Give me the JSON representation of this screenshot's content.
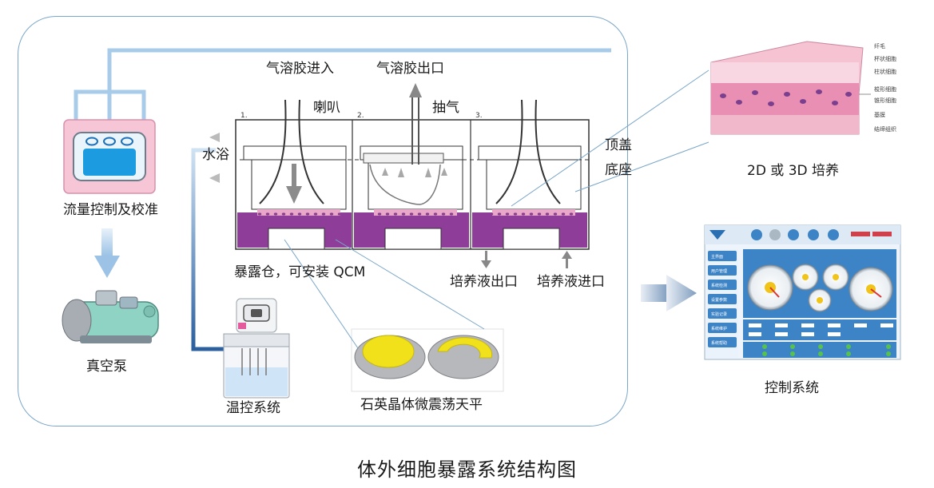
{
  "caption": "体外细胞暴露系统结构图",
  "labels": {
    "flow_control": "流量控制及校准",
    "vacuum_pump": "真空泵",
    "temp_control": "温控系统",
    "aerosol_in": "气溶胶进入",
    "aerosol_out": "气溶胶出口",
    "horn": "喇叭",
    "exhaust": "抽气",
    "water_bath": "水浴",
    "top_cover": "顶盖",
    "base": "底座",
    "exposure_chamber": "暴露仓，可安装 QCM",
    "medium_out": "培养液出口",
    "medium_in": "培养液进口",
    "qcm": "石英晶体微震荡天平",
    "culture": "2D 或 3D 培养",
    "control_system": "控制系统",
    "chamber_numbers": [
      "1.",
      "2.",
      "3."
    ]
  },
  "tissue_labels": [
    "纤毛",
    "杯状细胞",
    "柱状细胞",
    "梭形细胞",
    "锥形细胞",
    "基膜",
    "结缔组织"
  ],
  "control_panel": {
    "menu": [
      "主界面",
      "用户管理",
      "系统检测",
      "设置参数",
      "实验记录",
      "系统维护",
      "系统帮助"
    ]
  },
  "colors": {
    "pipe": "#9cc3e6",
    "pipe_dark": "#2f6fb3",
    "medium": "#8e3e98",
    "cells": "#f2a7c6",
    "frame": "#7aa6c9"
  }
}
